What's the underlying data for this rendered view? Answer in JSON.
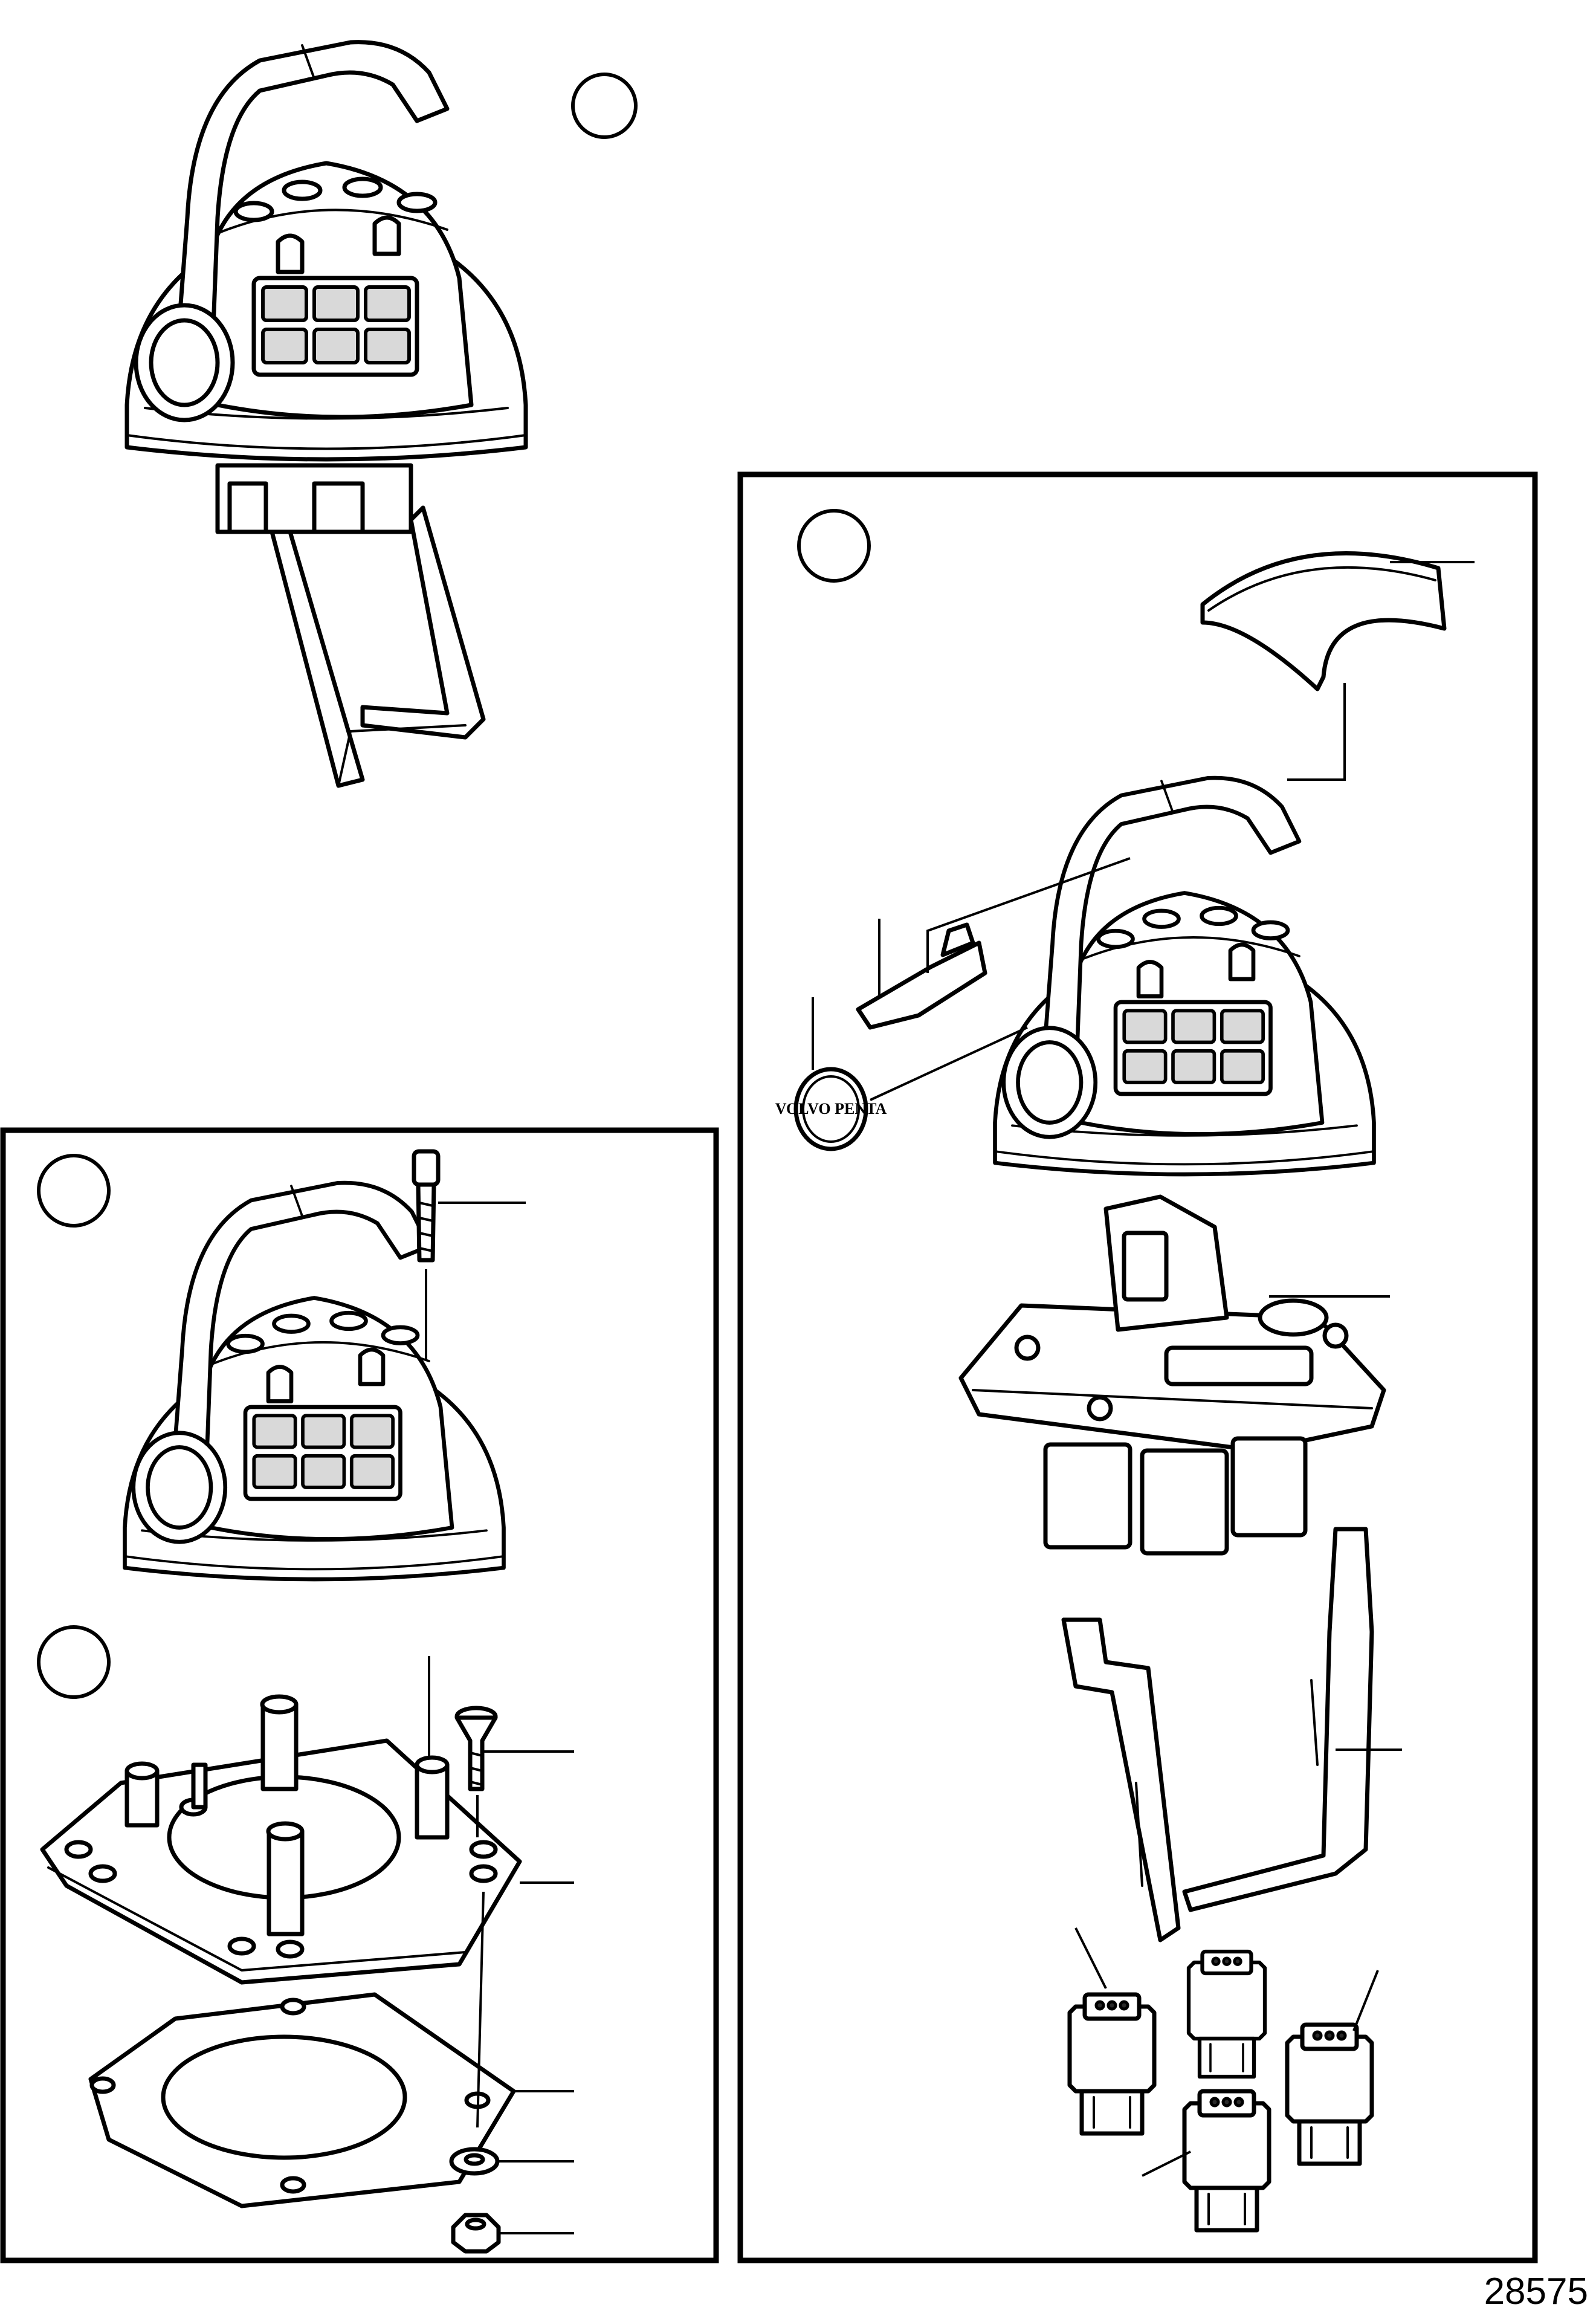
{
  "figure": {
    "number": "28575",
    "logo_text": "VOLVO PENTA"
  },
  "views": [
    {
      "id": "assembled-control"
    },
    {
      "id": "exploded-control"
    },
    {
      "id": "top-mount-control"
    },
    {
      "id": "mounting-base"
    }
  ]
}
